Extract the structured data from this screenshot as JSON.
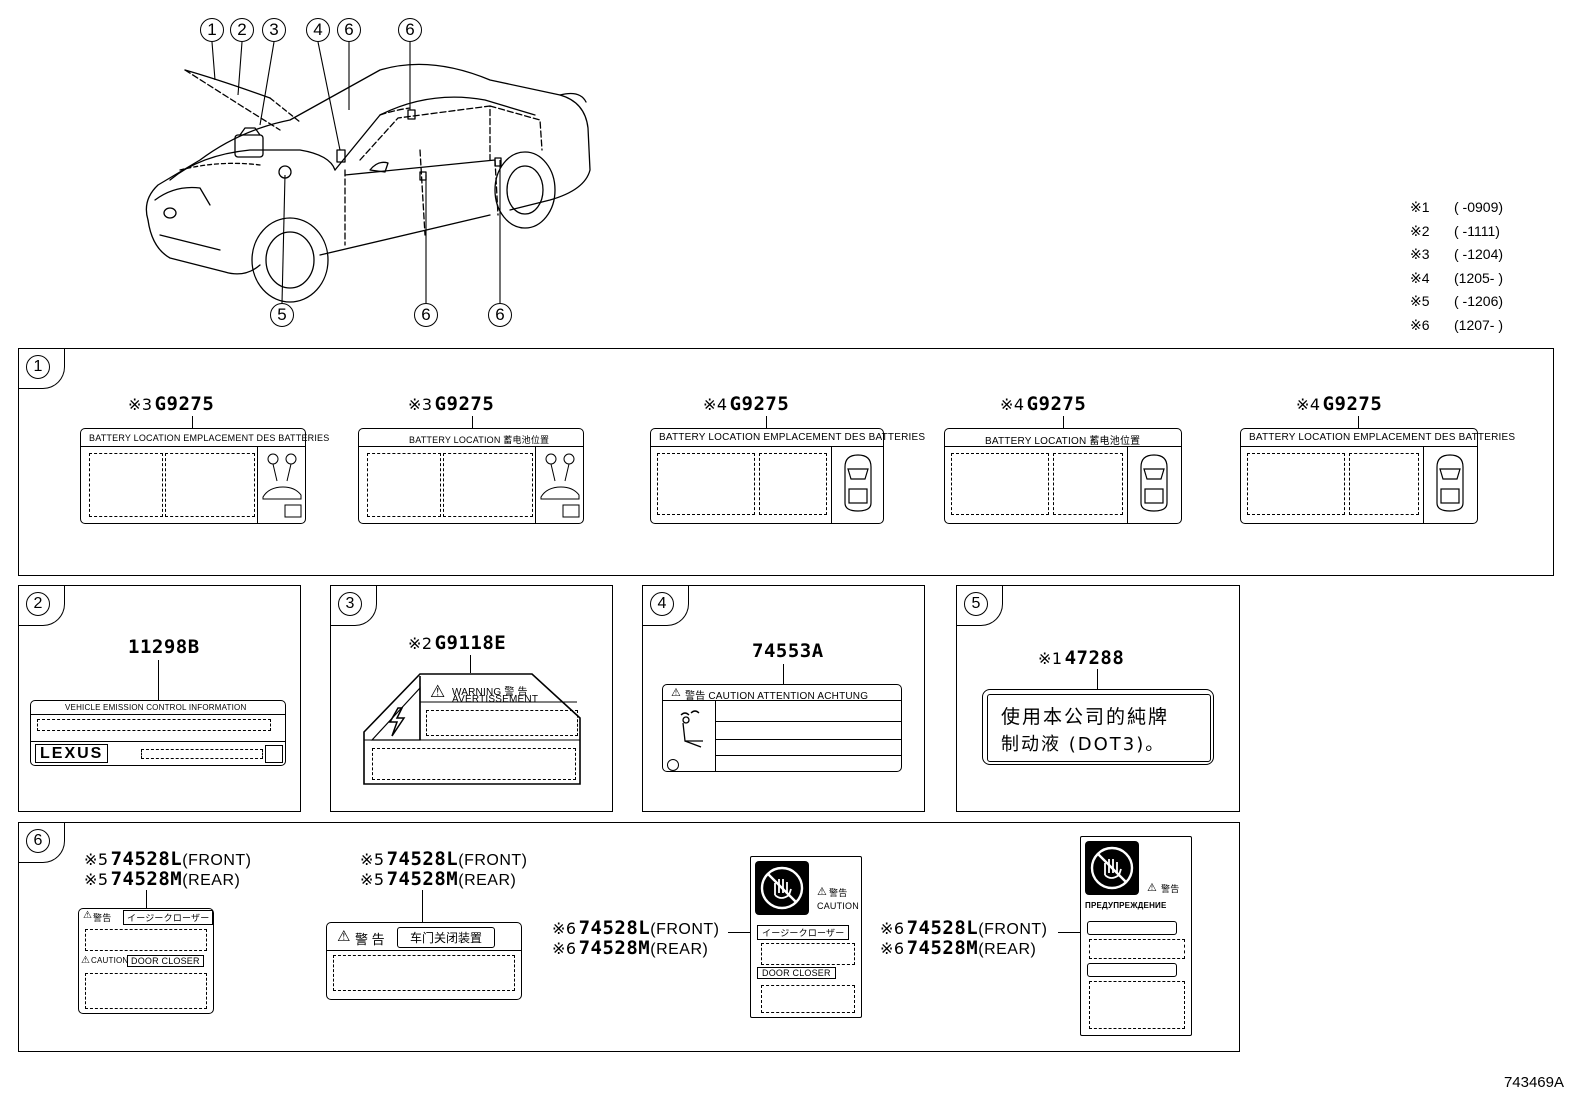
{
  "overview": {
    "callouts_top": [
      "1",
      "2",
      "3",
      "4",
      "6",
      "6"
    ],
    "callouts_bottom": [
      "5",
      "6",
      "6"
    ]
  },
  "notes": [
    {
      "mark": "※1",
      "range": "(      -0909)"
    },
    {
      "mark": "※2",
      "range": "(      -1111)"
    },
    {
      "mark": "※3",
      "range": "(      -1204)"
    },
    {
      "mark": "※4",
      "range": "(1205-      )"
    },
    {
      "mark": "※5",
      "range": "(      -1206)"
    },
    {
      "mark": "※6",
      "range": "(1207-      )"
    }
  ],
  "panel1": {
    "index": "1",
    "labels": [
      {
        "mark": "※3",
        "part": "G9275",
        "header": "BATTERY LOCATION    EMPLACEMENT DES BATTERIES"
      },
      {
        "mark": "※3",
        "part": "G9275",
        "header": "BATTERY LOCATION  蓄电池位置"
      },
      {
        "mark": "※4",
        "part": "G9275",
        "header": "BATTERY LOCATION  EMPLACEMENT DES BATTERIES"
      },
      {
        "mark": "※4",
        "part": "G9275",
        "header": "BATTERY LOCATION  蓄电池位置"
      },
      {
        "mark": "※4",
        "part": "G9275",
        "header": "BATTERY LOCATION  EMPLACEMENT DES BATTERIES"
      }
    ]
  },
  "panel2": {
    "index": "2",
    "part": "11298B",
    "header": "VEHICLE EMISSION CONTROL INFORMATION",
    "logo": "LEXUS"
  },
  "panel3": {
    "index": "3",
    "mark": "※2",
    "part": "G9118E",
    "warn1": "WARNING  警 告",
    "warn2": "AVERTISSEMENT"
  },
  "panel4": {
    "index": "4",
    "part": "74553A",
    "header": "警告 CAUTION ATTENTION ACHTUNG"
  },
  "panel5": {
    "index": "5",
    "mark": "※1",
    "part": "47288",
    "text1": "使用本公司的純牌",
    "text2": "制动液 (DOT3)。"
  },
  "panel6": {
    "index": "6",
    "groups": [
      {
        "mark_a": "※5",
        "part_a": "74528L",
        "sub_a": "(FRONT)",
        "mark_b": "※5",
        "part_b": "74528M",
        "sub_b": "(REAR)",
        "t1": "警告",
        "t2": "イージークローザー",
        "t3": "CAUTION",
        "t4": "DOOR  CLOSER"
      },
      {
        "mark_a": "※5",
        "part_a": "74528L",
        "sub_a": "(FRONT)",
        "mark_b": "※5",
        "part_b": "74528M",
        "sub_b": "(REAR)",
        "t1": "警 告",
        "t2": "车门关闭装置"
      },
      {
        "mark_a": "※6",
        "part_a": "74528L",
        "sub_a": "(FRONT)",
        "mark_b": "※6",
        "part_b": "74528M",
        "sub_b": "(REAR)",
        "t1": "警告",
        "t2": "CAUTION",
        "t3": "イージークローザー",
        "t4": "DOOR  CLOSER"
      },
      {
        "mark_a": "※6",
        "part_a": "74528L",
        "sub_a": "(FRONT)",
        "mark_b": "※6",
        "part_b": "74528M",
        "sub_b": "(REAR)",
        "t1": "警告",
        "t2": "ПРЕДУПРЕЖДЕНИЕ"
      }
    ]
  },
  "figure_id": "743469A"
}
